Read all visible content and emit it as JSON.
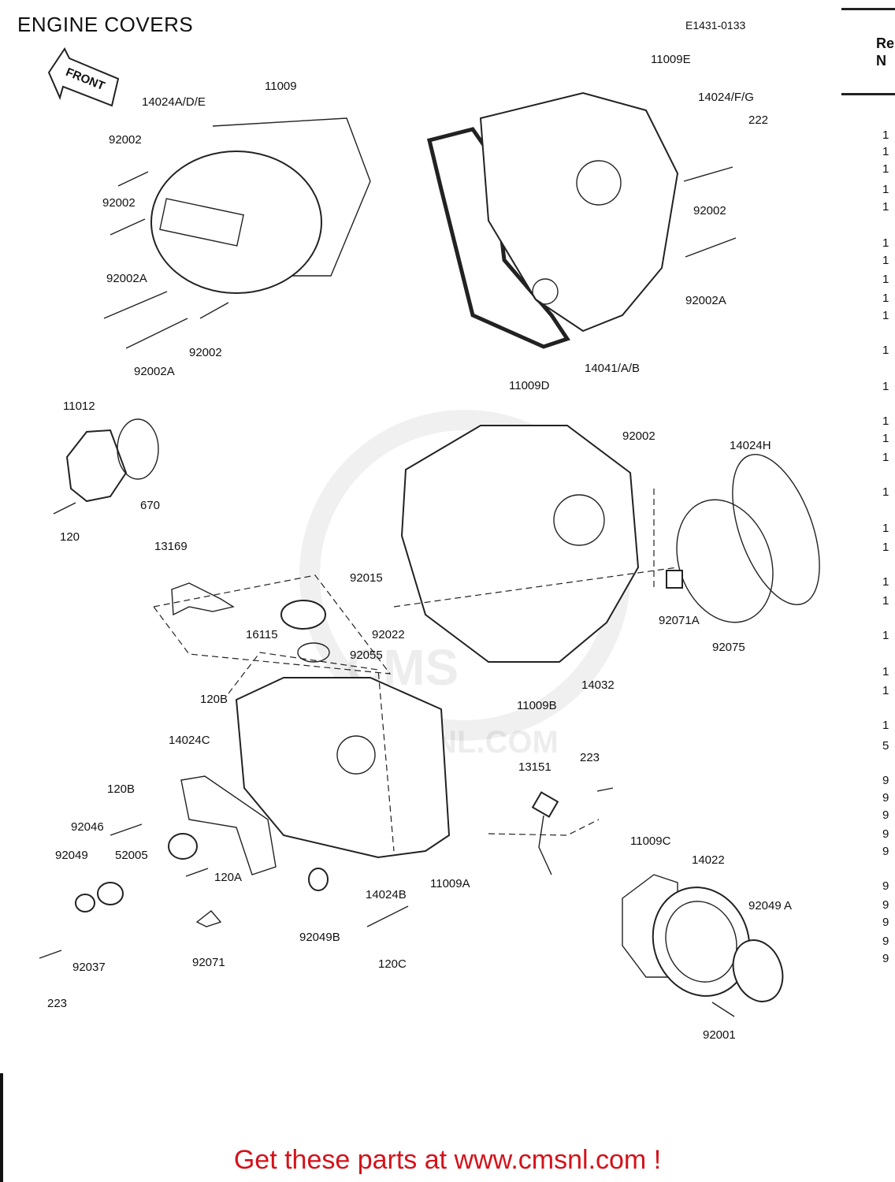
{
  "header": {
    "title": "ENGINE COVERS",
    "diagram_code": "E1431-0133"
  },
  "front_arrow": {
    "label": "FRONT"
  },
  "side_table": {
    "header": [
      "Re",
      "N"
    ],
    "rows": [
      "1",
      "1",
      "1",
      "1",
      "1",
      "1",
      "1",
      "1",
      "1",
      "1",
      "1",
      "1",
      "1",
      "1",
      "1",
      "1",
      "1",
      "1",
      "1",
      "1",
      "1",
      "1",
      "1",
      "1",
      "5",
      "9",
      "9",
      "9",
      "9",
      "9",
      "9",
      "9",
      "9",
      "9",
      "9"
    ]
  },
  "watermark": {
    "brand": "CMS",
    "url": "WWW.CMSNL.COM"
  },
  "callouts": [
    "14024A/D/E",
    "11009",
    "92002",
    "92002",
    "92002A",
    "92002A",
    "92002",
    "11009E",
    "14024/F/G",
    "222",
    "92002",
    "92002A",
    "14041/A/B",
    "11009D",
    "11012",
    "670",
    "120",
    "13169",
    "92015",
    "92022",
    "16115",
    "92055",
    "120B",
    "92002",
    "14024H",
    "92071A",
    "92075",
    "14032",
    "11009B",
    "14024C",
    "120B",
    "92046",
    "92049",
    "52005",
    "120A",
    "92037",
    "223",
    "92071",
    "92049B",
    "14024B",
    "11009A",
    "120C",
    "13151",
    "223",
    "11009C",
    "14022",
    "92049 A",
    "92001"
  ],
  "banner": {
    "text": "Get these parts at www.cmsnl.com !"
  }
}
